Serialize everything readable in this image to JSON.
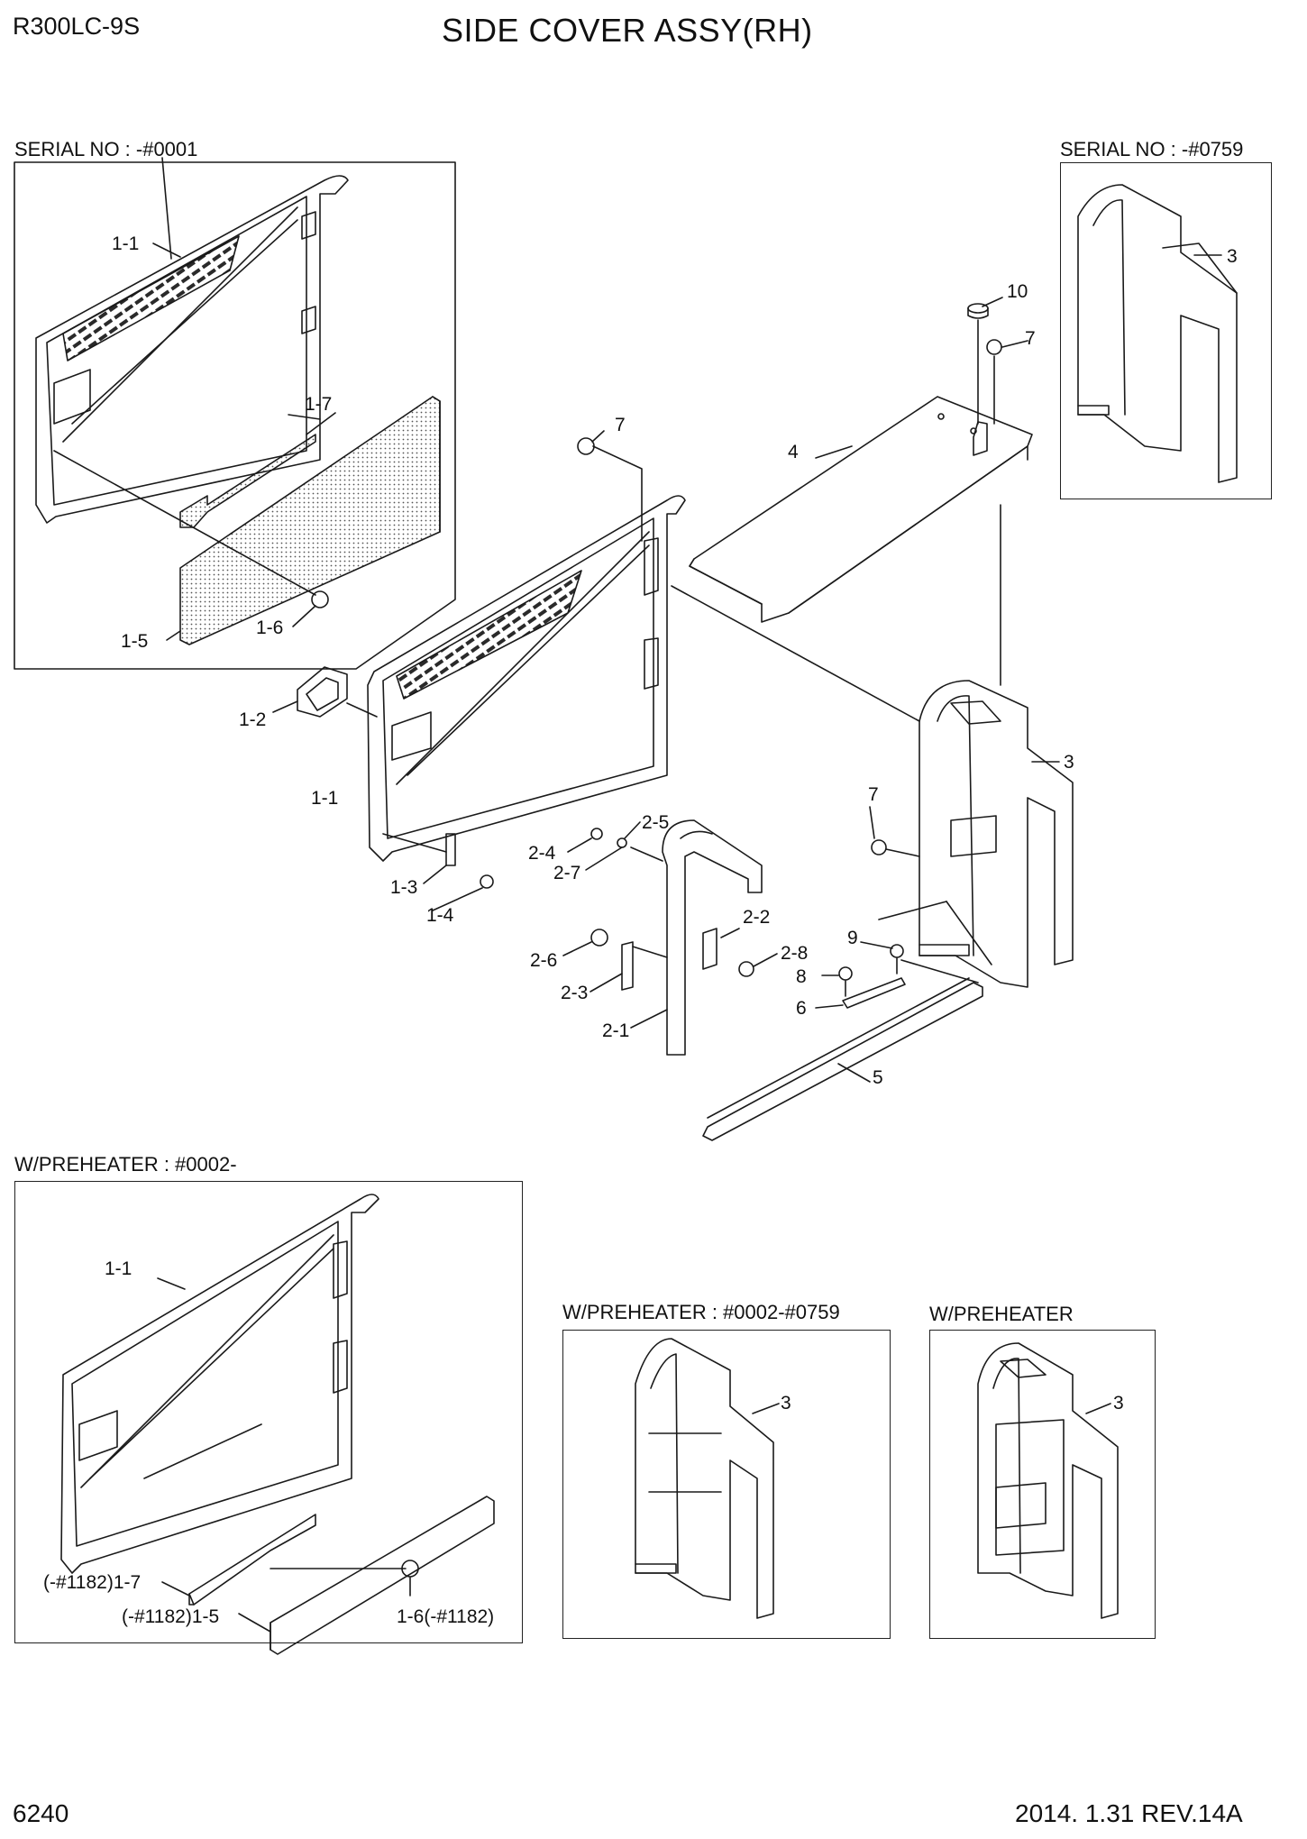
{
  "header": {
    "model": "R300LC-9S",
    "title": "SIDE COVER ASSY(RH)"
  },
  "sections": {
    "top_left": "SERIAL NO : -#0001",
    "top_right": "SERIAL NO : -#0759",
    "bottom_left": "W/PREHEATER : #0002-",
    "bottom_middle": "W/PREHEATER : #0002-#0759",
    "bottom_right": "W/PREHEATER"
  },
  "callouts": {
    "tl_1_1": "1-1",
    "tl_1_7": "1-7",
    "tl_1_5": "1-5",
    "tl_1_6": "1-6",
    "tr_3": "3",
    "m_10": "10",
    "m_7a": "7",
    "m_7b": "7",
    "m_7c": "7",
    "m_4": "4",
    "m_3": "3",
    "m_1_2": "1-2",
    "m_1_1": "1-1",
    "m_1_3": "1-3",
    "m_1_4": "1-4",
    "m_2_5": "2-5",
    "m_2_4": "2-4",
    "m_2_7": "2-7",
    "m_2_2": "2-2",
    "m_2_8": "2-8",
    "m_2_6": "2-6",
    "m_2_3": "2-3",
    "m_2_1": "2-1",
    "m_9": "9",
    "m_8": "8",
    "m_6": "6",
    "m_5": "5",
    "bl_1_1": "1-1",
    "bl_1_7": "(-#1182)1-7",
    "bl_1_5": "(-#1182)1-5",
    "bl_1_6": "1-6(-#1182)",
    "bm_3": "3",
    "br_3": "3"
  },
  "footer": {
    "page": "6240",
    "revision": "2014. 1.31  REV.14A"
  }
}
